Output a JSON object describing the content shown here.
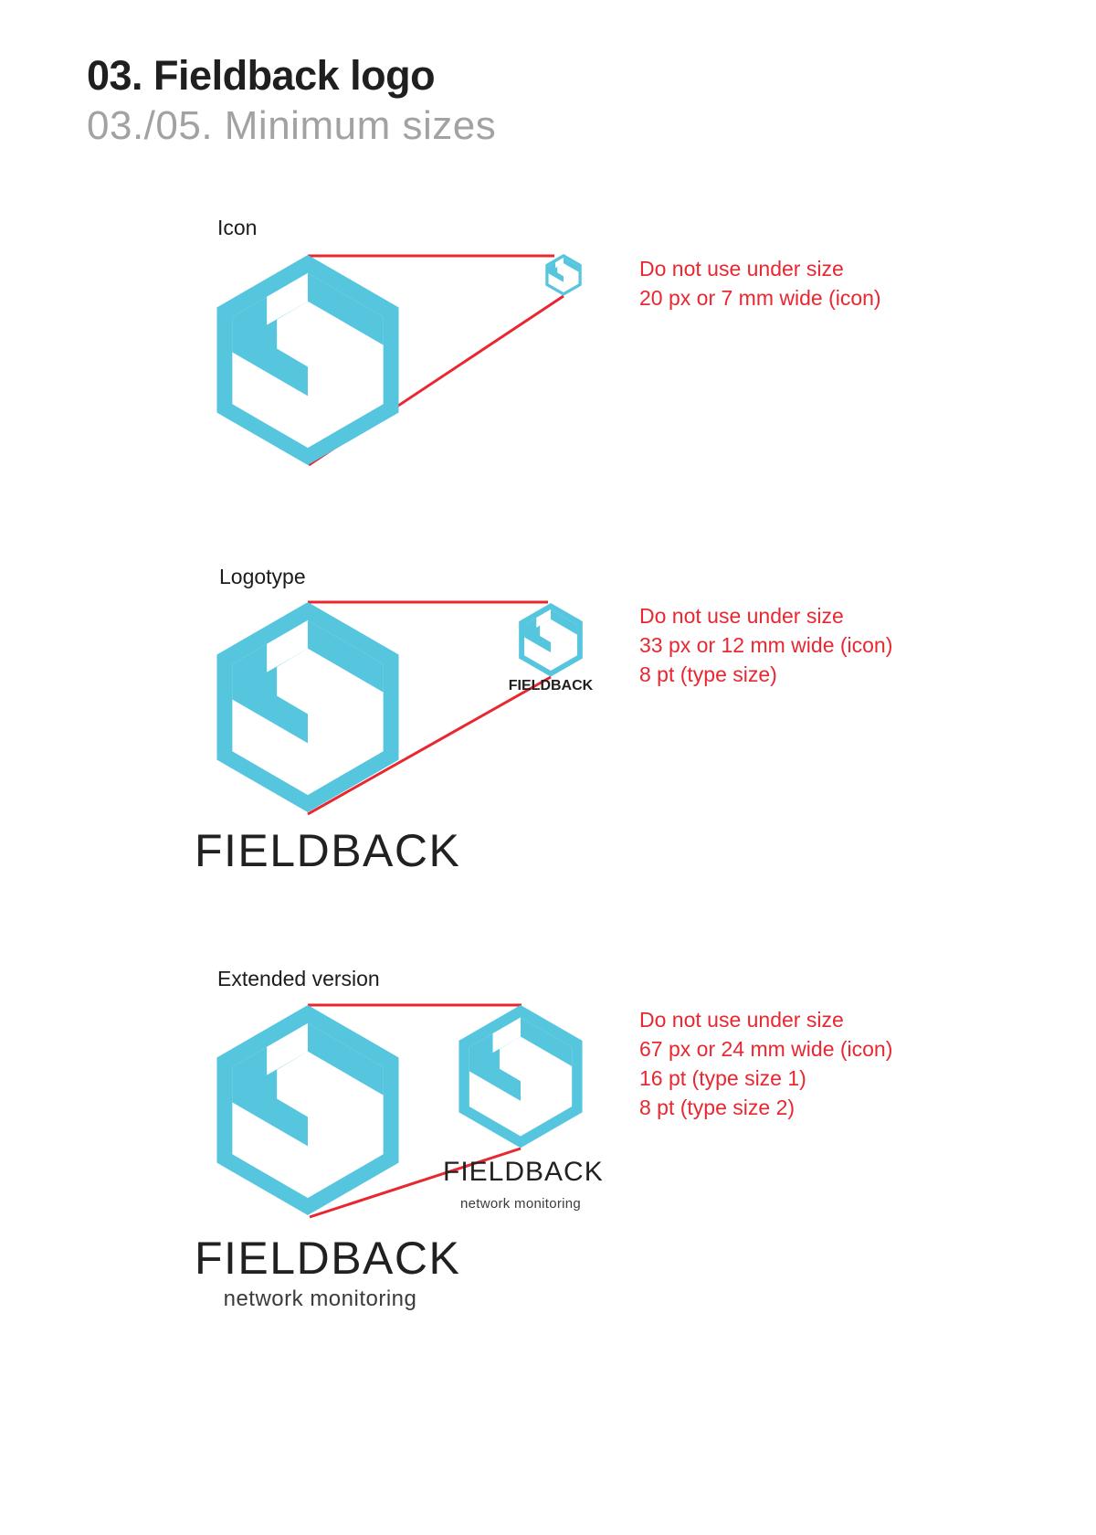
{
  "page": {
    "title": "03. Fieldback logo",
    "subtitle": "03./05. Minimum sizes"
  },
  "colors": {
    "logo_cyan": "#56c6df",
    "annotation_red": "#e82731",
    "text_dark": "#232020",
    "text_gray": "#a2a2a2"
  },
  "sections": [
    {
      "label": "Icon",
      "note_lines": [
        "Do not use under size",
        "20 px or 7 mm wide (icon)"
      ]
    },
    {
      "label": "Logotype",
      "note_lines": [
        "Do not use under size",
        "33 px or 12 mm wide (icon)",
        "8 pt (type size)"
      ],
      "big_wordmark": "FIELDBACK",
      "small_wordmark": "FIELDBACK"
    },
    {
      "label": "Extended version",
      "note_lines": [
        "Do not use under size",
        "67 px or 24 mm wide (icon)",
        "16 pt (type size 1)",
        "8 pt (type size 2)"
      ],
      "big_wordmark": "FIELDBACK",
      "big_tagline": "network monitoring",
      "medium_wordmark": "FIELDBACK",
      "medium_tagline": "network monitoring"
    }
  ]
}
